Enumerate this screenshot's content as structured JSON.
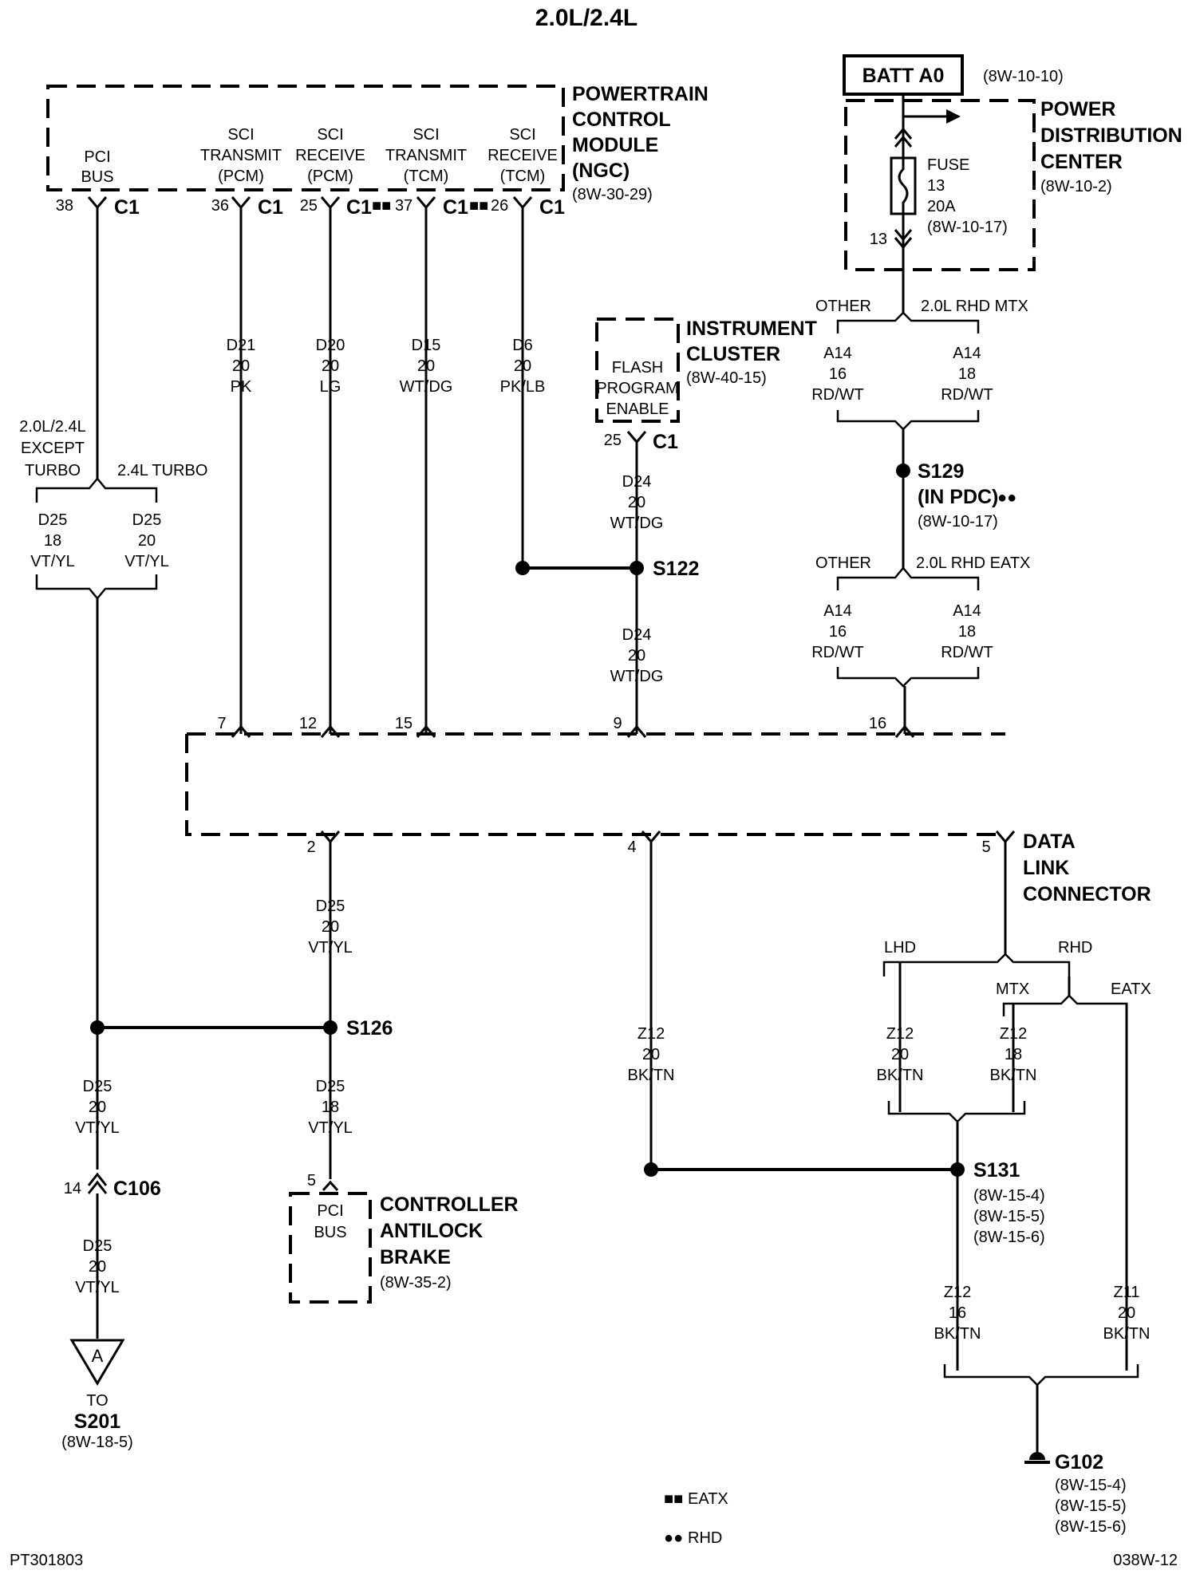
{
  "title": "2.0L/2.4L",
  "pcm": {
    "name": [
      "POWERTRAIN",
      "CONTROL",
      "MODULE",
      "(NGC)"
    ],
    "ref": "(8W-30-29)",
    "pins": [
      {
        "label": [
          "PCI",
          "BUS"
        ],
        "pin": "38",
        "conn": "C1",
        "marker": ""
      },
      {
        "label": [
          "SCI",
          "TRANSMIT",
          "(PCM)"
        ],
        "pin": "36",
        "conn": "C1",
        "marker": ""
      },
      {
        "label": [
          "SCI",
          "RECEIVE",
          "(PCM)"
        ],
        "pin": "25",
        "conn": "C1",
        "marker": ""
      },
      {
        "label": [
          "SCI",
          "TRANSMIT",
          "(TCM)"
        ],
        "pin": "37",
        "conn": "C1",
        "marker": "■■"
      },
      {
        "label": [
          "SCI",
          "RECEIVE",
          "(TCM)"
        ],
        "pin": "26",
        "conn": "C1",
        "marker": "■■"
      }
    ]
  },
  "wires": {
    "d21": [
      "D21",
      "20",
      "PK"
    ],
    "d20": [
      "D20",
      "20",
      "LG"
    ],
    "d15": [
      "D15",
      "20",
      "WT/DG"
    ],
    "d6": [
      "D6",
      "20",
      "PK/LB"
    ],
    "d25_ex": [
      "D25",
      "18",
      "VT/YL"
    ],
    "d25_tu": [
      "D25",
      "20",
      "VT/YL"
    ],
    "d24_a": [
      "D24",
      "20",
      "WT/DG"
    ],
    "d24_b": [
      "D24",
      "20",
      "WT/DG"
    ],
    "d25_dlc": [
      "D25",
      "20",
      "VT/YL"
    ],
    "d25_left": [
      "D25",
      "20",
      "VT/YL"
    ],
    "d25_abs": [
      "D25",
      "18",
      "VT/YL"
    ],
    "d25_low": [
      "D25",
      "20",
      "VT/YL"
    ],
    "z12_mid": [
      "Z12",
      "20",
      "BK/TN"
    ],
    "z12_lhd": [
      "Z12",
      "20",
      "BK/TN"
    ],
    "z12_mtx": [
      "Z12",
      "18",
      "BK/TN"
    ],
    "z12_gnd": [
      "Z12",
      "16",
      "BK/TN"
    ],
    "z11_gnd": [
      "Z11",
      "20",
      "BK/TN"
    ],
    "a14_o1": [
      "A14",
      "16",
      "RD/WT"
    ],
    "a14_r1": [
      "A14",
      "18",
      "RD/WT"
    ],
    "a14_o2": [
      "A14",
      "16",
      "RD/WT"
    ],
    "a14_r2": [
      "A14",
      "18",
      "RD/WT"
    ]
  },
  "left_branch": {
    "left": [
      "2.0L/2.4L",
      "EXCEPT",
      "TURBO"
    ],
    "right": "2.4L TURBO"
  },
  "batt": {
    "label": "BATT A0",
    "ref": "(8W-10-10)"
  },
  "pdc": {
    "name": [
      "POWER",
      "DISTRIBUTION",
      "CENTER"
    ],
    "ref": "(8W-10-2)",
    "fuse": [
      "FUSE",
      "13",
      "20A",
      "(8W-10-17)"
    ],
    "pin": "13"
  },
  "branch_mtx": {
    "left": "OTHER",
    "right": "2.0L RHD MTX"
  },
  "branch_eatx": {
    "left": "OTHER",
    "right": "2.0L RHD EATX"
  },
  "s129": {
    "label": "S129",
    "sub": "(IN PDC)",
    "marker": "●●",
    "ref": "(8W-10-17)"
  },
  "ic": {
    "name": [
      "INSTRUMENT",
      "CLUSTER"
    ],
    "ref": "(8W-40-15)",
    "pin_label": [
      "FLASH",
      "PROGRAM",
      "ENABLE"
    ],
    "pin": "25",
    "conn": "C1"
  },
  "s122": "S122",
  "dlc": {
    "name": [
      "DATA",
      "LINK",
      "CONNECTOR"
    ],
    "top_pins": [
      "7",
      "12",
      "15",
      "9",
      "16"
    ],
    "bottom_pins": [
      "2",
      "4",
      "5"
    ]
  },
  "branch_hand": {
    "left": "LHD",
    "right": "RHD"
  },
  "branch_trans": {
    "left": "MTX",
    "right": "EATX"
  },
  "s126": "S126",
  "s131": {
    "label": "S131",
    "refs": [
      "(8W-15-4)",
      "(8W-15-5)",
      "(8W-15-6)"
    ]
  },
  "c106": {
    "pin": "14",
    "label": "C106"
  },
  "cab": {
    "name": [
      "CONTROLLER",
      "ANTILOCK",
      "BRAKE"
    ],
    "ref": "(8W-35-2)",
    "pin_label": [
      "PCI",
      "BUS"
    ],
    "pin": "5"
  },
  "offpage": {
    "letter": "A",
    "to": "TO",
    "dest": "S201",
    "ref": "(8W-18-5)"
  },
  "g102": {
    "label": "G102",
    "refs": [
      "(8W-15-4)",
      "(8W-15-5)",
      "(8W-15-6)"
    ]
  },
  "legend": [
    {
      "symbol": "■■",
      "text": "EATX"
    },
    {
      "symbol": "●●",
      "text": "RHD"
    }
  ],
  "footer": {
    "left": "PT301803",
    "right": "038W-12"
  }
}
